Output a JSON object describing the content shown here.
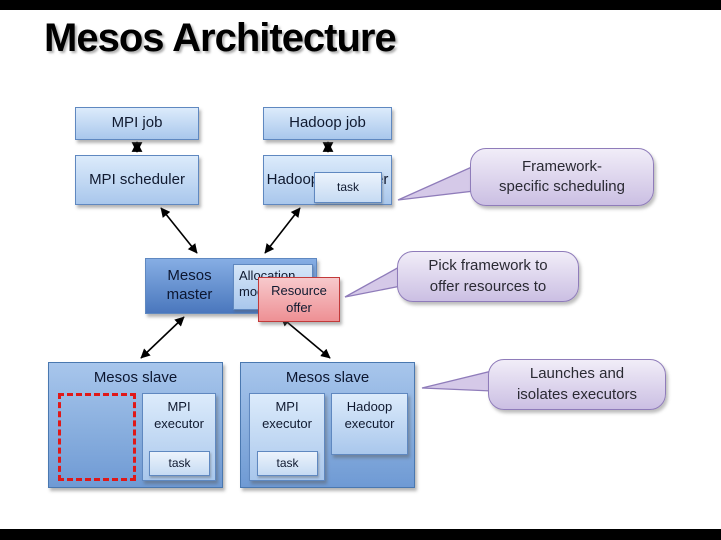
{
  "title": "Mesos Architecture",
  "nodes": {
    "mpi_job": "MPI job",
    "hadoop_job": "Hadoop job",
    "mpi_scheduler": "MPI scheduler",
    "hadoop_scheduler": "Hadoop scheduler",
    "scheduler_task": "task",
    "mesos_master": "Mesos master",
    "allocation_module": "Allocation module",
    "resource_offer": "Resource offer",
    "left_slave": "Mesos slave",
    "right_slave": "Mesos slave",
    "left_mpi_executor": "MPI executor",
    "left_task": "task",
    "right_mpi_executor": "MPI executor",
    "right_task": "task",
    "right_hadoop_executor": "Hadoop executor"
  },
  "callouts": {
    "framework": {
      "line1": "Framework-",
      "line2": "specific scheduling"
    },
    "pick": {
      "line1": "Pick framework to",
      "line2": "offer resources to"
    },
    "launches": {
      "line1": "Launches and",
      "line2": "isolates executors"
    }
  },
  "colors": {
    "box_border": "#5f88c0",
    "box_fill_top": "#dcebfb",
    "box_fill_bottom": "#a9c7ec",
    "master_fill": "#4a77bd",
    "offer_fill": "#ee9094",
    "offer_border": "#c23a3a",
    "callout_fill": "#cbbfe3",
    "callout_border": "#8f7cba",
    "dashed_red": "#e01818",
    "arrow": "#000000"
  }
}
